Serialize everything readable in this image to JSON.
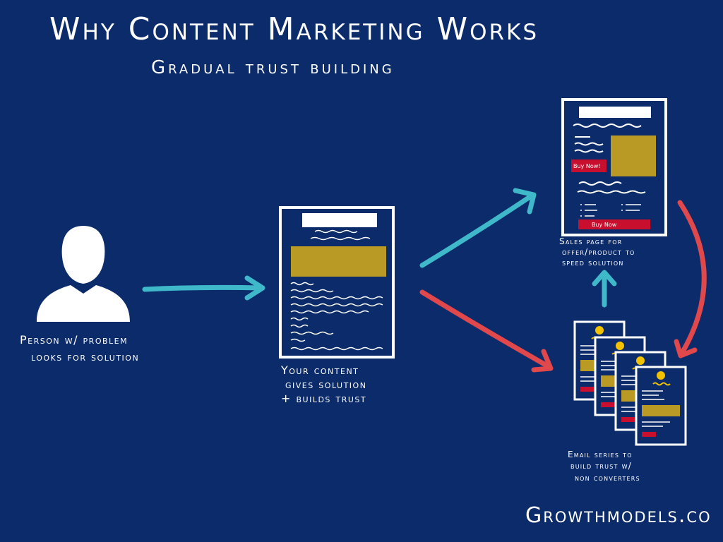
{
  "title": "Why Content Marketing Works",
  "subtitle": "Gradual trust building",
  "colors": {
    "background": "#0b2b6b",
    "teal_arrow": "#3fb8c9",
    "red_arrow": "#e0484b",
    "gold_block": "#b99a25",
    "buy_button": "#c8102e",
    "line": "#ffffff"
  },
  "nodes": {
    "person": {
      "icon": "person-silhouette-icon",
      "caption_line1": "Person w/ problem",
      "caption_line2": "looks for solution"
    },
    "content": {
      "icon": "document-icon",
      "caption_line1": "Your content",
      "caption_line2": "gives solution",
      "caption_line3": "+ builds trust"
    },
    "sales_page": {
      "icon": "sales-page-icon",
      "buy_label_1": "Buy Now!",
      "buy_label_2": "Buy Now",
      "caption_line1": "Sales page for",
      "caption_line2": "offer/product to",
      "caption_line3": "speed solution"
    },
    "email_series": {
      "icon": "email-stack-icon",
      "caption_line1": "Email series to",
      "caption_line2": "build trust w/",
      "caption_line3": "non converters"
    }
  },
  "brand": "Growthmodels.co"
}
